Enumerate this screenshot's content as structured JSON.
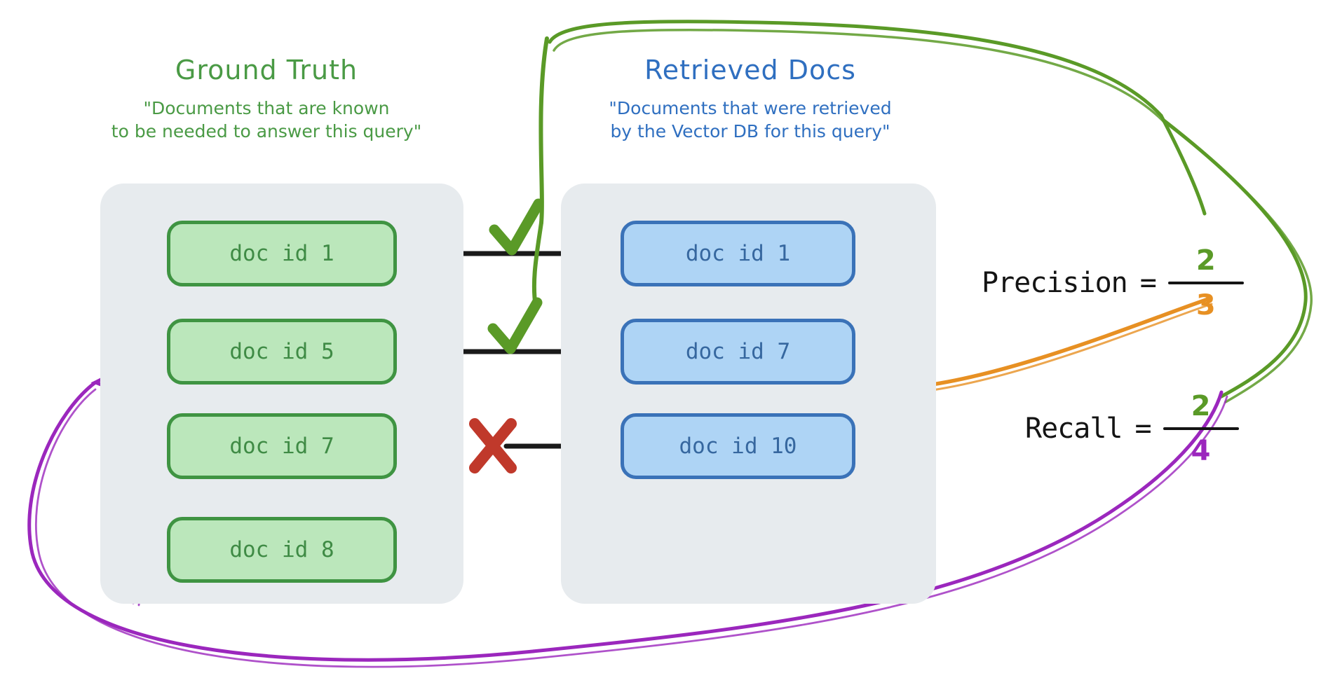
{
  "diagram": {
    "title_semantic": "precision-and-recall-retrieval-diagram",
    "colors": {
      "green_accent": "#4a9a45",
      "green_chip_fill": "#bbe7bb",
      "green_chip_border": "#3f9442",
      "blue_accent": "#2f6fc0",
      "blue_chip_fill": "#aed4f5",
      "blue_chip_border": "#3a72b8",
      "panel_grey": "#e7ebee",
      "orange": "#e79023",
      "purple": "#9b27bd",
      "red_cross": "#c0392b",
      "check_green": "#5a9a27",
      "connector_black": "#1a1a1a"
    }
  },
  "ground_truth": {
    "title": "Ground Truth",
    "subtitle_line1": "\"Documents that are known",
    "subtitle_line2": "to be needed to answer this query\"",
    "docs": [
      {
        "label": "doc id 1"
      },
      {
        "label": "doc id 5"
      },
      {
        "label": "doc id 7"
      },
      {
        "label": "doc id 8"
      }
    ]
  },
  "retrieved_docs": {
    "title": "Retrieved Docs",
    "subtitle_line1": "\"Documents that were retrieved",
    "subtitle_line2": "by the Vector DB for this query\"",
    "docs": [
      {
        "label": "doc id 1"
      },
      {
        "label": "doc id 7"
      },
      {
        "label": "doc id 10"
      }
    ]
  },
  "match_markers": [
    {
      "type": "check",
      "glyph": "check-mark",
      "matches": "doc id 1"
    },
    {
      "type": "check",
      "glyph": "check-mark",
      "matches": "doc id 7"
    },
    {
      "type": "cross",
      "glyph": "cross-mark",
      "matches": "doc id 10"
    }
  ],
  "formulas": [
    {
      "name": "precision",
      "label": "Precision",
      "equals": "=",
      "numerator": "2",
      "denominator": "3",
      "numerator_color": "#5a9a27",
      "denominator_color": "#e79023"
    },
    {
      "name": "recall",
      "label": "Recall",
      "equals": "=",
      "numerator": "2",
      "denominator": "4",
      "numerator_color": "#5a9a27",
      "denominator_color": "#9b27bd"
    }
  ]
}
